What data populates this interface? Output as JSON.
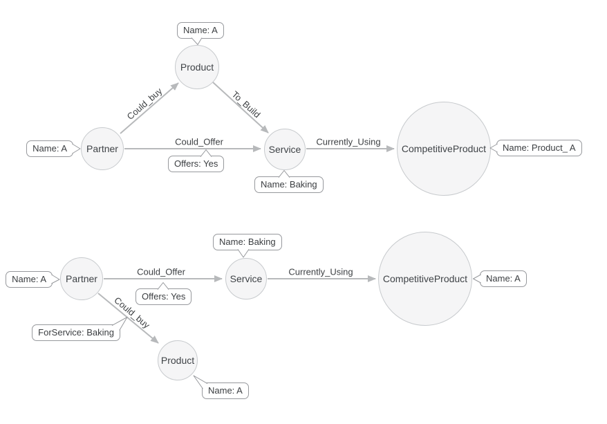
{
  "colors": {
    "background": "#ffffff",
    "node_fill": "#f5f5f6",
    "node_border": "#c7cacd",
    "edge": "#b7b9bb",
    "callout_border": "#96989c",
    "text": "#3f4245"
  },
  "top": {
    "nodes": {
      "product": "Product",
      "partner": "Partner",
      "service": "Service",
      "competitive_product": "CompetitiveProduct"
    },
    "edges": {
      "could_buy": "Could_buy",
      "to_build": "To_Build",
      "could_offer": "Could_Offer",
      "currently_using": "Currently_Using"
    },
    "callouts": {
      "product_name": "Name: A",
      "partner_name": "Name: A",
      "offer_property": "Offers: Yes",
      "service_name": "Name: Baking",
      "competitive_product_name": "Name: Product_ A"
    }
  },
  "bottom": {
    "nodes": {
      "partner": "Partner",
      "service": "Service",
      "competitive_product": "CompetitiveProduct",
      "product": "Product"
    },
    "edges": {
      "could_offer": "Could_Offer",
      "currently_using": "Currently_Using",
      "could_buy": "Could_buy"
    },
    "callouts": {
      "partner_name": "Name: A",
      "offer_property": "Offers: Yes",
      "service_name": "Name: Baking",
      "competitive_product_name": "Name: A",
      "for_service_property": "ForService: Baking",
      "product_name": "Name: A"
    }
  }
}
